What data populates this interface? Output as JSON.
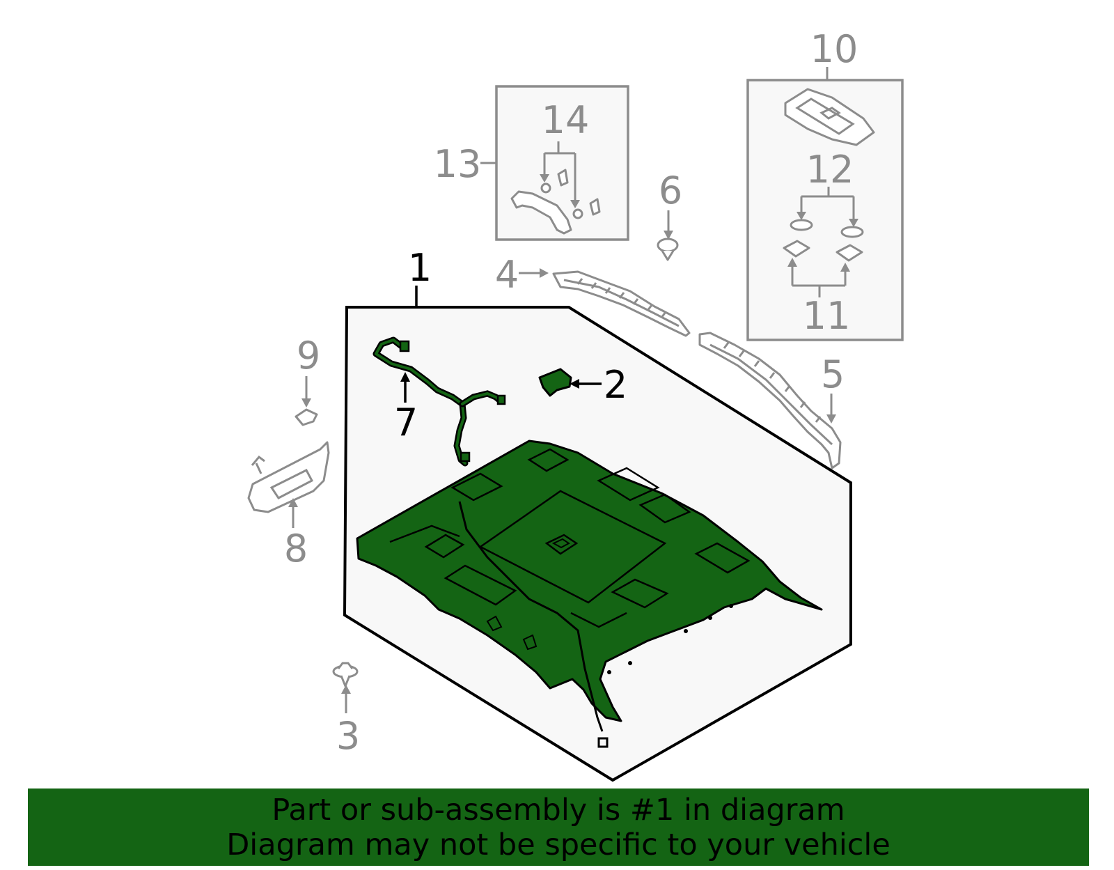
{
  "colors": {
    "highlight": "#146414",
    "callout_gray": "#8c8c8c",
    "box_fill": "#f8f8f8"
  },
  "callouts": {
    "c1": "1",
    "c2": "2",
    "c3": "3",
    "c4": "4",
    "c5": "5",
    "c6": "6",
    "c7": "7",
    "c8": "8",
    "c9": "9",
    "c10": "10",
    "c11": "11",
    "c12": "12",
    "c13": "13",
    "c14": "14"
  },
  "banner": {
    "line1": "Part or sub-assembly is #1 in diagram",
    "line2": "Diagram may not be specific to your vehicle"
  }
}
